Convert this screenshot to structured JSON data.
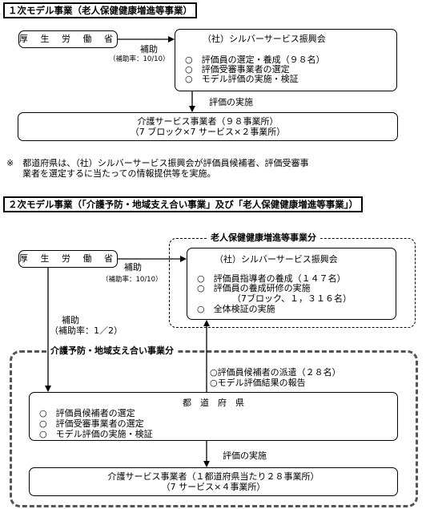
{
  "section1": {
    "title": "１次モデル事業（老人保健健康増進等事業）",
    "ministry": "厚 生 労 働 省",
    "subsidy_label": "補助",
    "subsidy_rate": "（補助率：10/10）",
    "silver_title": "（社）シルバーサービス振興会",
    "silver_items": [
      "○　評価員の選定・養成（９８名）",
      "○　評価受審事業者の選定",
      "○　モデル評価の実施・検証"
    ],
    "eval_label": "評価の実施",
    "provider_line1": "介護サービス事業者（９８事業所）",
    "provider_line2": "（7 ブロック×7 サービス×２事業所）",
    "note_line1": "※　都道府県は、（社）シルバーサービス振興会が評価員候補者、評価受審事",
    "note_line2": "業者を選定するに当たっての情報提供等を実施。"
  },
  "section2": {
    "title": "２次モデル事業（「介護予防・地域支え合い事業」及び「老人保健健康増進等事業」）",
    "roken_group_label": "老人保健健康増進等事業分",
    "ministry": "厚 生 労 働 省",
    "subsidy_label_1": "補助",
    "subsidy_rate_1": "（補助率：10/10）",
    "silver_title": "（社）シルバーサービス振興会",
    "silver_items": [
      "○　評価員指導者の養成（１４７名）",
      "○　評価員の養成研修の実施",
      "（7ブロック、１，３１６名）",
      "○　全体検証の実施"
    ],
    "subsidy_label_2": "補助",
    "subsidy_rate_2": "（補助率：1／2）",
    "kaigo_group_label": "介護予防・地域支え合い事業分",
    "upward_items": [
      "○評価員候補者の派遣（２８名）",
      "○モデル評価結果の報告"
    ],
    "pref_title": "都　道　府　県",
    "pref_items": [
      "○　評価員候補者の選定",
      "○　評価受審事業者の選定",
      "○　モデル評価の実施・検証"
    ],
    "eval_label": "評価の実施",
    "provider_line1": "介護サービス事業者（１都道府県当たり２８事業所）",
    "provider_line2": "（7 サービス×４事業所）"
  }
}
